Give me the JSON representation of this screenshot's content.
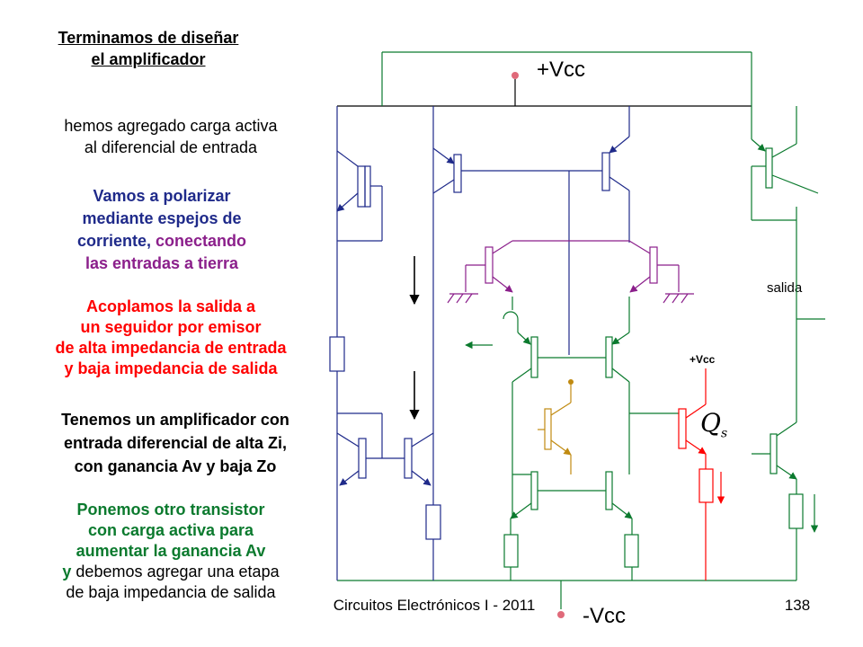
{
  "title": {
    "line1": "Terminamos de diseñar",
    "line2": "el amplificador"
  },
  "note_active_load": {
    "line1": "hemos agregado carga activa",
    "line2": "al diferencial de entrada"
  },
  "note_bias": {
    "line1": "Vamos a polarizar",
    "line2": "mediante espejos de",
    "line3a": "corriente,",
    "line3b": " conectando",
    "line4": "las entradas a tierra"
  },
  "note_follower": {
    "line1": "Acoplamos la salida a",
    "line2": "un seguidor por emisor",
    "line3": "de alta impedancia de entrada",
    "line4": "y baja impedancia de salida"
  },
  "note_summary": {
    "line1": "Tenemos un amplificador con",
    "line2": "entrada diferencial de alta Zi,",
    "line3": "con ganancia Av y baja Zo"
  },
  "note_gain": {
    "line1": "Ponemos otro transistor",
    "line2": "con carga activa para",
    "line3": "aumentar la ganancia Av",
    "line4a": "y",
    "line4b": " debemos agregar una etapa",
    "line5": "de baja impedancia de salida"
  },
  "footer": {
    "course": "Circuitos Electrónicos I - 2011",
    "page": "138"
  },
  "labels": {
    "vcc_top": "+Vcc",
    "vcc_small": "+Vcc",
    "vee": "-Vcc",
    "salida": "salida",
    "qs_main": "Q",
    "qs_sub": "s"
  },
  "colors": {
    "blue": "#1f2a8a",
    "green": "#0b7a2e",
    "purple": "#8b1f8b",
    "red": "#ff0000",
    "brown": "#c08a10",
    "black": "#000000"
  }
}
